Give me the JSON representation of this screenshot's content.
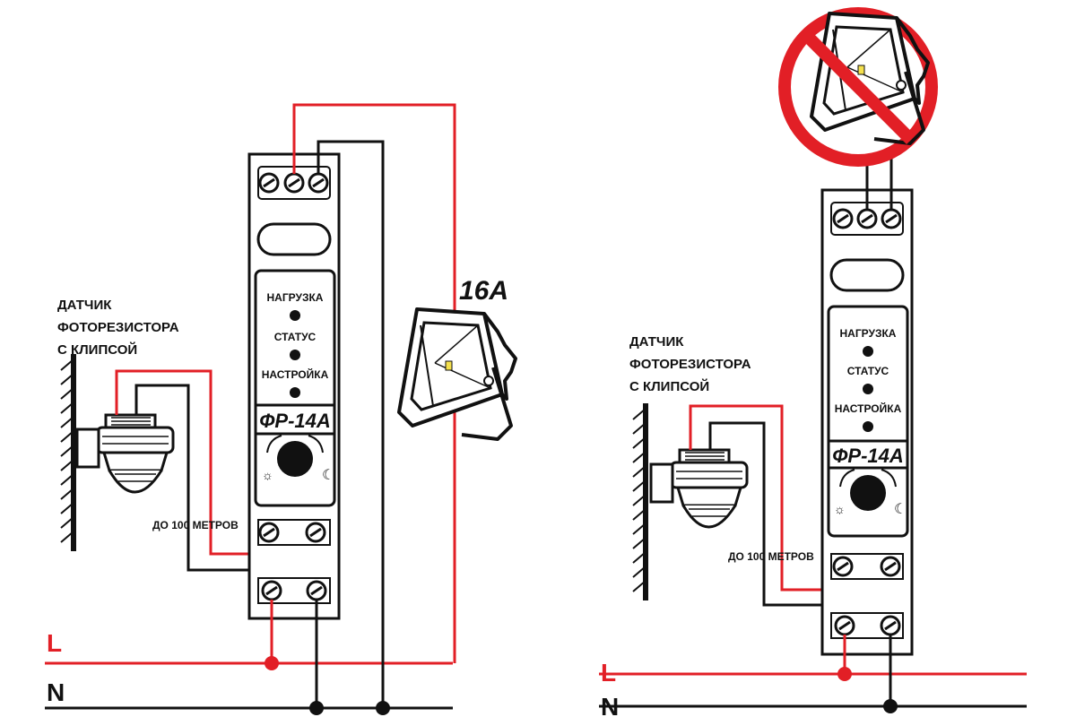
{
  "colors": {
    "phase": "#e21f26",
    "neutral": "#111111",
    "body": "#ffffff"
  },
  "left": {
    "sensor_label": [
      "ДАТЧИК",
      "ФОТОРЕЗИСТОРА",
      "С КЛИПСОЙ"
    ],
    "distance_label": "ДО 100 МЕТРОВ",
    "relay": {
      "indicators": [
        "НАГРУЗКА",
        "СТАТУС",
        "НАСТРОЙКА"
      ],
      "model": "ФР-14А"
    },
    "load_rating": "16А",
    "rail_l": "L",
    "rail_n": "N"
  },
  "right": {
    "sensor_label": [
      "ДАТЧИК",
      "ФОТОРЕЗИСТОРА",
      "С КЛИПСОЙ"
    ],
    "distance_label": "ДО 100 МЕТРОВ",
    "relay": {
      "indicators": [
        "НАГРУЗКА",
        "СТАТУС",
        "НАСТРОЙКА"
      ],
      "model": "ФР-14А"
    },
    "rail_l": "L",
    "rail_n": "N"
  },
  "icons": [
    "screw-terminal-icon",
    "floodlight-icon",
    "photo-sensor-icon",
    "sun-icon",
    "moon-icon",
    "prohibited-icon",
    "wall-hatch-icon"
  ]
}
